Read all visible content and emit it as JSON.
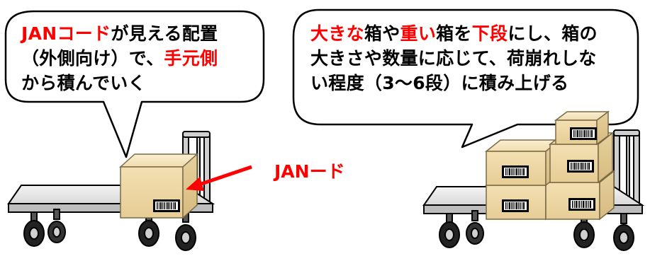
{
  "left_bubble": {
    "line1": [
      {
        "text": "JANコード",
        "red": true
      },
      {
        "text": "が見える配置",
        "red": false
      }
    ],
    "line2": [
      {
        "text": "（外側向け）で、",
        "red": false
      },
      {
        "text": "手元側",
        "red": true
      }
    ],
    "line3": [
      {
        "text": "から積んでいく",
        "red": false
      }
    ]
  },
  "right_bubble": {
    "line1": [
      {
        "text": "大きな",
        "red": true
      },
      {
        "text": "箱や",
        "red": false
      },
      {
        "text": "重い",
        "red": true
      },
      {
        "text": "箱を",
        "red": false
      },
      {
        "text": "下段",
        "red": true
      },
      {
        "text": "にし、箱の",
        "red": false
      }
    ],
    "line2": [
      {
        "text": "大きさや数量に応じて、荷崩れしな",
        "red": false
      }
    ],
    "line3": [
      {
        "text": "い程度（3～6段）に積み上げる",
        "red": false
      }
    ]
  },
  "arrow_label": "JANード",
  "colors": {
    "accent_red": "#ff0000",
    "box_fill": "#f2deb0",
    "box_stroke": "#8a7a55",
    "cart_fill": "#e4e4e4",
    "bubble_stroke": "#000000"
  }
}
